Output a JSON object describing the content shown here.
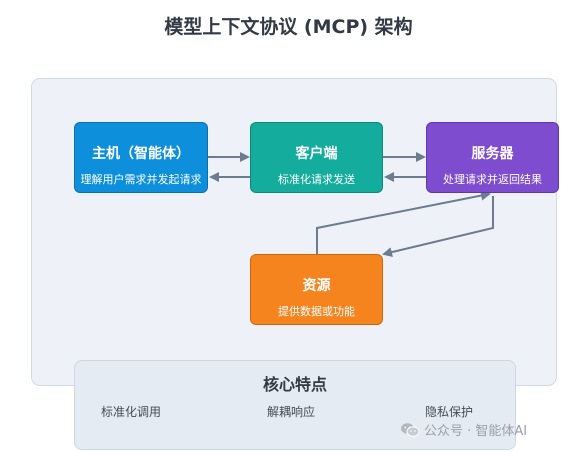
{
  "title": "模型上下文协议 (MCP) 架构",
  "nodes": {
    "host": {
      "title": "主机（智能体）",
      "subtitle": "理解用户需求并发起请求"
    },
    "client": {
      "title": "客户端",
      "subtitle": "标准化请求发送"
    },
    "server": {
      "title": "服务器",
      "subtitle": "处理请求并返回结果"
    },
    "resource": {
      "title": "资源",
      "subtitle": "提供数据或功能"
    }
  },
  "features": {
    "title": "核心特点",
    "items": [
      "标准化调用",
      "解耦响应",
      "隐私保护"
    ]
  },
  "watermark": {
    "icon": "wechat-icon",
    "text": "公众号 · 智能体AI"
  },
  "colors": {
    "host": "#0d8fdc",
    "client": "#14ac9c",
    "server": "#7d4ccf",
    "resource": "#f5841f",
    "arrow": "#6b7c8f"
  }
}
